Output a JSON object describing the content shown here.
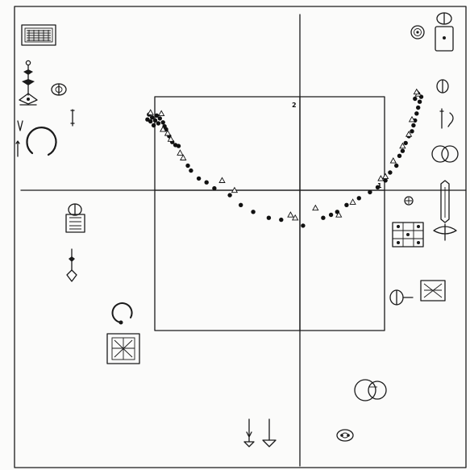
{
  "figure": {
    "axis_labels": {
      "axis2": "2",
      "axis1": "1"
    }
  },
  "chart_data": {
    "type": "scatter",
    "title": "",
    "xlabel": "",
    "ylabel": "",
    "xlim": [
      -1,
      1
    ],
    "ylim": [
      -1,
      1
    ],
    "grid": false,
    "legend": "none",
    "marker_colors": {
      "dot": "#111111",
      "triangle": "#111111"
    },
    "series": [
      {
        "marker": "dot",
        "points": [
          [
            -0.98,
            0.72
          ],
          [
            -0.97,
            0.77
          ],
          [
            -0.95,
            0.74
          ],
          [
            -0.96,
            0.7
          ],
          [
            -0.93,
            0.71
          ],
          [
            -0.92,
            0.76
          ],
          [
            -0.9,
            0.73
          ],
          [
            -0.91,
            0.68
          ],
          [
            -0.94,
            0.66
          ],
          [
            -0.88,
            0.69
          ],
          [
            -0.87,
            0.65
          ],
          [
            -0.86,
            0.62
          ],
          [
            -0.84,
            0.55
          ],
          [
            -0.82,
            0.49
          ],
          [
            -0.8,
            0.46
          ],
          [
            -0.78,
            0.45
          ],
          [
            -0.72,
            0.25
          ],
          [
            -0.7,
            0.2
          ],
          [
            -0.65,
            0.12
          ],
          [
            -0.6,
            0.08
          ],
          [
            -0.55,
            0.02
          ],
          [
            -0.45,
            -0.05
          ],
          [
            -0.38,
            -0.15
          ],
          [
            -0.3,
            -0.22
          ],
          [
            -0.2,
            -0.28
          ],
          [
            -0.12,
            -0.3
          ],
          [
            0.02,
            -0.36
          ],
          [
            0.15,
            -0.28
          ],
          [
            0.2,
            -0.25
          ],
          [
            0.24,
            -0.22
          ],
          [
            0.3,
            -0.15
          ],
          [
            0.38,
            -0.08
          ],
          [
            0.45,
            -0.02
          ],
          [
            0.5,
            0.03
          ],
          [
            0.55,
            0.1
          ],
          [
            0.58,
            0.18
          ],
          [
            0.62,
            0.25
          ],
          [
            0.64,
            0.35
          ],
          [
            0.66,
            0.4
          ],
          [
            0.68,
            0.48
          ],
          [
            0.7,
            0.55
          ],
          [
            0.72,
            0.6
          ],
          [
            0.73,
            0.66
          ],
          [
            0.74,
            0.71
          ],
          [
            0.75,
            0.78
          ],
          [
            0.76,
            0.84
          ],
          [
            0.77,
            0.9
          ],
          [
            0.78,
            0.95
          ],
          [
            0.76,
            0.98
          ],
          [
            0.74,
            0.93
          ]
        ]
      },
      {
        "marker": "triangle",
        "points": [
          [
            -0.96,
            0.79
          ],
          [
            -0.89,
            0.78
          ],
          [
            -0.88,
            0.62
          ],
          [
            -0.85,
            0.58
          ],
          [
            -0.83,
            0.52
          ],
          [
            -0.77,
            0.38
          ],
          [
            -0.75,
            0.33
          ],
          [
            -0.5,
            0.1
          ],
          [
            -0.42,
            0.0
          ],
          [
            -0.06,
            -0.25
          ],
          [
            -0.03,
            -0.28
          ],
          [
            0.1,
            -0.18
          ],
          [
            0.25,
            -0.25
          ],
          [
            0.34,
            -0.12
          ],
          [
            0.52,
            0.12
          ],
          [
            0.55,
            0.14
          ],
          [
            0.6,
            0.3
          ],
          [
            0.66,
            0.45
          ],
          [
            0.7,
            0.57
          ],
          [
            0.72,
            0.72
          ],
          [
            0.76,
            0.98
          ],
          [
            0.75,
            1.0
          ]
        ]
      }
    ]
  }
}
